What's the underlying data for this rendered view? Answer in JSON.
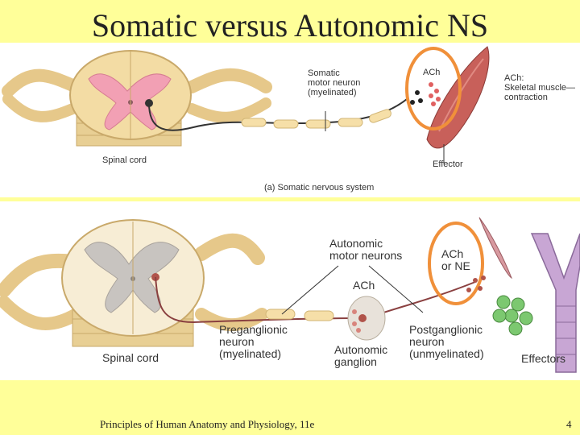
{
  "slide": {
    "title": "Somatic versus Autonomic NS",
    "footer": "Principles of Human Anatomy and Physiology, 11e",
    "page_number": "4"
  },
  "somatic": {
    "spinal_cord": "Spinal cord",
    "neuron": "Somatic\nmotor neuron\n(myelinated)",
    "ach": "ACh",
    "ach_effect": "ACh:\nSkeletal muscle—\ncontraction",
    "effector": "Effector",
    "caption": "(a) Somatic nervous system"
  },
  "autonomic": {
    "neurons": "Autonomic\nmotor neurons",
    "ach_ne": "ACh\nor NE",
    "ach": "ACh",
    "preganglionic": "Preganglionic\nneuron\n(myelinated)",
    "ganglion": "Autonomic\nganglion",
    "postganglionic": "Postganglionic\nneuron\n(unmyelinated)",
    "spinal_cord": "Spinal cord",
    "effectors": "Effectors"
  },
  "colors": {
    "background": "#ffff99",
    "highlight_circle": "#f0903a",
    "cord_tan": "#f3dca4",
    "gray_matter_pink": "#f2a0b4",
    "gray_matter_gray": "#c8c4c0",
    "muscle": "#c8605a",
    "blood_vessel": "#c8a6d4",
    "gland_cells": "#7cc870"
  }
}
